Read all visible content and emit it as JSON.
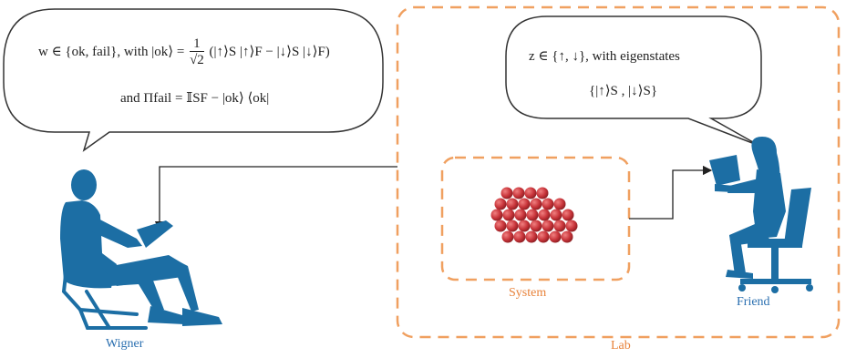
{
  "labels": {
    "wigner": "Wigner",
    "friend": "Friend",
    "system": "System",
    "lab": "Lab"
  },
  "wigner_bubble": {
    "line1_lhs": "w ∈ {ok, fail},  with  |ok⟩ = ",
    "frac_num": "1",
    "frac_den": "√2",
    "line1_rhs": "(|↑⟩S |↑⟩F − |↓⟩S |↓⟩F)",
    "line2": "and  Πfail = 𝕀SF − |ok⟩ ⟨ok|"
  },
  "friend_bubble": {
    "line1": "z ∈ {↑, ↓},  with eigenstates",
    "line2": "{|↑⟩S , |↓⟩S}"
  },
  "colors": {
    "person": "#1c6ea4",
    "dash": "#f0a060",
    "sphere": "#c8343a",
    "bubble_stroke": "#333333",
    "arrow": "#222222"
  }
}
